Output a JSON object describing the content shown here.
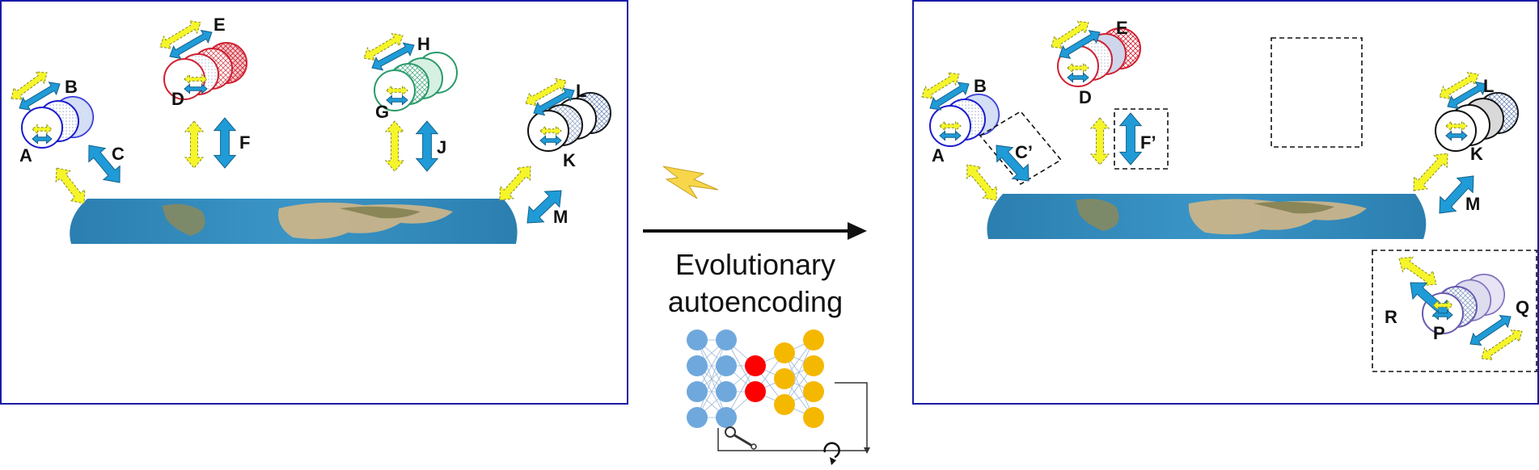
{
  "caption": {
    "line1": "Evolutionary",
    "line2": "autoencoding"
  },
  "colors": {
    "panel_border": "#1a1aa8",
    "blue_arrow": "#1f9bd7",
    "yellow_arrow": "#f5f52a",
    "lightning": "#f7d64a",
    "earth_ocean": "#2e88b8",
    "earth_land": "#c9b48a",
    "node_blue": "#6fa8dc",
    "node_red": "#ff0000",
    "node_yellow": "#f5b800"
  },
  "left_panel": {
    "labels": {
      "A": "A",
      "B": "B",
      "C": "C",
      "D": "D",
      "E": "E",
      "F": "F",
      "G": "G",
      "H": "H",
      "J": "J",
      "K": "K",
      "L": "L",
      "M": "M"
    }
  },
  "right_panel": {
    "labels": {
      "A": "A",
      "B": "B",
      "C_prime": "C’",
      "D": "D",
      "E": "E",
      "F_prime": "F’",
      "K": "K",
      "L": "L",
      "M": "M",
      "P": "P",
      "Q": "Q",
      "R": "R"
    }
  },
  "autoencoder": {
    "layer_sizes": [
      4,
      4,
      2,
      3,
      4
    ],
    "layer_colors": [
      "node_blue",
      "node_blue",
      "node_red",
      "node_yellow",
      "node_yellow"
    ],
    "icons": [
      "wrench-icon",
      "refresh-icon"
    ]
  }
}
